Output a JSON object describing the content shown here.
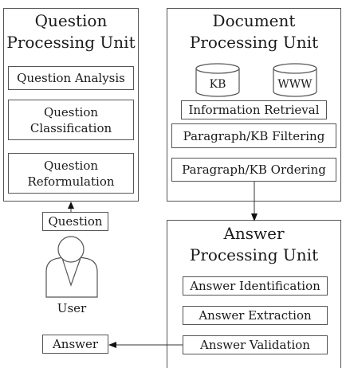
{
  "question_unit": {
    "title_line1": "Question",
    "title_line2": "Processing Unit",
    "question_analysis": "Question Analysis",
    "classification_line1": "Question",
    "classification_line2": "Classification",
    "reformulation_line1": "Question",
    "reformulation_line2": "Reformulation"
  },
  "document_unit": {
    "title_line1": "Document",
    "title_line2": "Processing Unit",
    "kb_label": "KB",
    "www_label": "WWW",
    "information_retrieval": "Information Retrieval",
    "filtering": "Paragraph/KB Filtering",
    "ordering": "Paragraph/KB Ordering"
  },
  "answer_unit": {
    "title_line1": "Answer",
    "title_line2": "Processing Unit",
    "identification": "Answer Identification",
    "extraction": "Answer Extraction",
    "validation": "Answer Validation"
  },
  "question_box": "Question",
  "user_label": "User",
  "answer_box": "Answer"
}
